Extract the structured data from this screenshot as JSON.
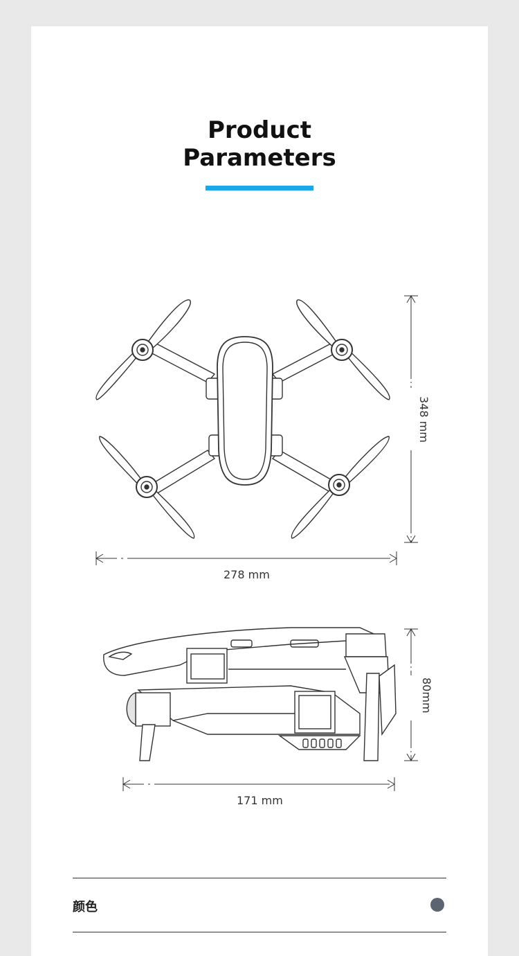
{
  "header": {
    "title_line1": "Product",
    "title_line2": "Parameters",
    "accent_color": "#1aa9e6"
  },
  "dimensions": {
    "top_view_height": "348 mm",
    "top_view_width": "278 mm",
    "side_view_height": "80mm",
    "side_view_width": "171 mm"
  },
  "color_row": {
    "label": "颜色",
    "swatch_color": "#5b6470"
  },
  "icons": [
    "drone-top-view",
    "drone-side-view"
  ]
}
